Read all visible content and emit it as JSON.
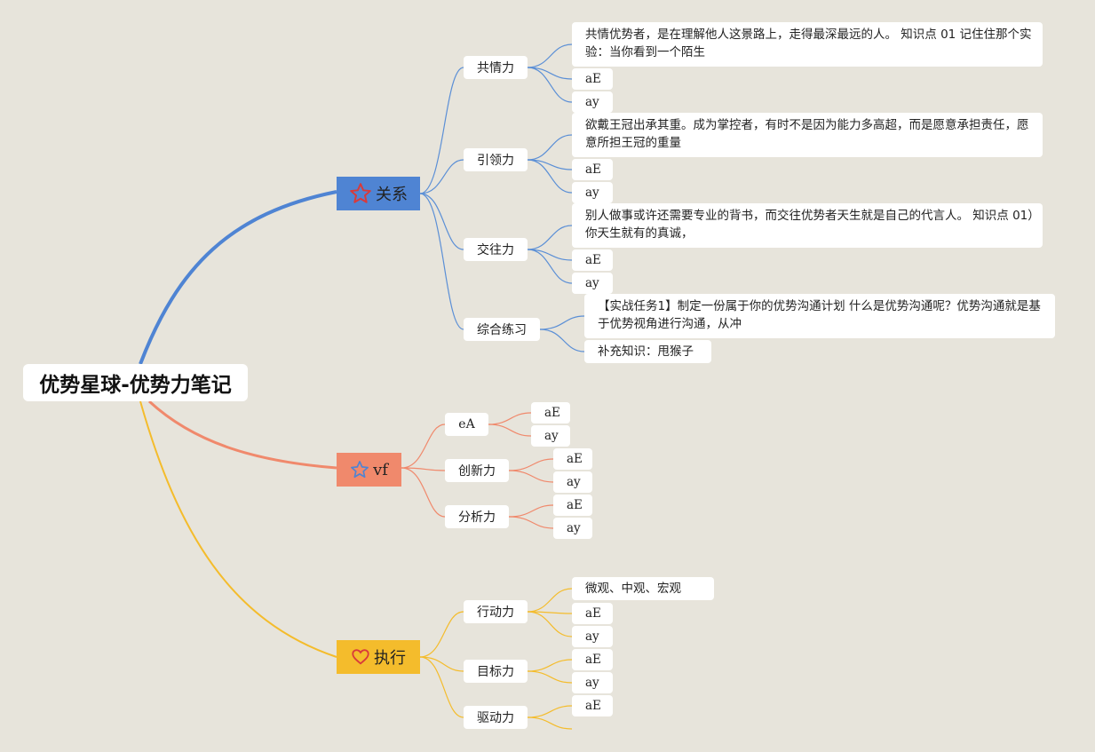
{
  "root": {
    "title": "优势星球-优势力笔记"
  },
  "branches": [
    {
      "label": "关系",
      "icon": "star-outline-icon",
      "color": "#4f84d3",
      "subs": [
        {
          "label": "共情力",
          "leaves": [
            "共情优势者，是在理解他人这景路上，走得最深最远的人。 知识点 01 记住住那个实验：当你看到一个陌生",
            "aE",
            "ay"
          ]
        },
        {
          "label": "引领力",
          "leaves": [
            "欲戴王冠出承其重。成为掌控者，有时不是因为能力多高超，而是愿意承担责任，愿意所担王冠的重量",
            "aE",
            "ay"
          ]
        },
        {
          "label": "交往力",
          "leaves": [
            "别人做事或许还需要专业的背书，而交往优势者天生就是自己的代言人。 知识点 01）你天生就有的真诚，",
            "aE",
            "ay"
          ]
        },
        {
          "label": "综合练习",
          "leaves": [
            "【实战任务1】制定一份属于你的优势沟通计划 什么是优势沟通呢？优势沟通就是基于优势视角进行沟通，从冲",
            "补充知识：甩猴子"
          ]
        }
      ]
    },
    {
      "label": "vf",
      "icon": "star-outline-icon",
      "color": "#f0896c",
      "subs": [
        {
          "label": "eA",
          "leaves": [
            "aE",
            "ay"
          ]
        },
        {
          "label": "创新力",
          "leaves": [
            "aE",
            "ay"
          ]
        },
        {
          "label": "分析力",
          "leaves": [
            "aE",
            "ay"
          ]
        }
      ]
    },
    {
      "label": "执行",
      "icon": "heart-outline-icon",
      "color": "#f4bc2c",
      "subs": [
        {
          "label": "行动力",
          "leaves": [
            "微观、中观、宏观 ",
            "aE",
            "ay"
          ]
        },
        {
          "label": "目标力",
          "leaves": [
            "aE",
            "ay"
          ]
        },
        {
          "label": "驱动力",
          "leaves": [
            "aE"
          ]
        }
      ]
    }
  ]
}
